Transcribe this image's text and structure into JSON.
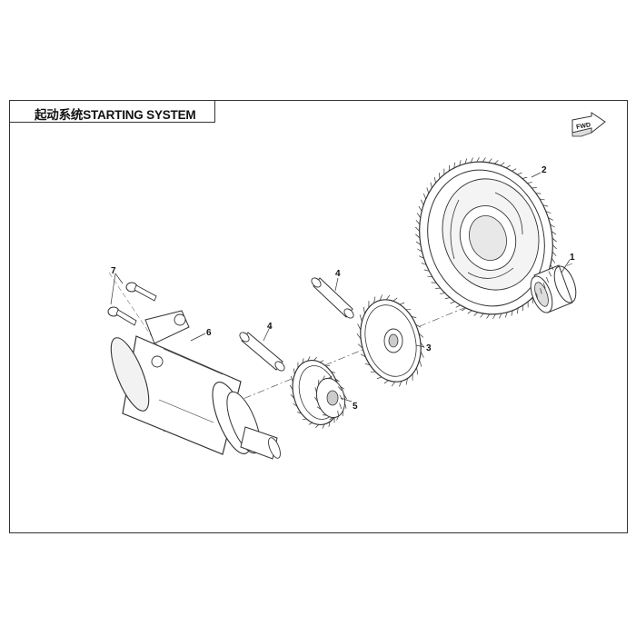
{
  "title": "起动系统STARTING SYSTEM",
  "fwd_label": "FWD",
  "callouts": [
    "1",
    "2",
    "3",
    "4",
    "4",
    "5",
    "6",
    "7"
  ],
  "parts": [
    {
      "number": "1",
      "name": "needle-bearing"
    },
    {
      "number": "2",
      "name": "large-starter-gear"
    },
    {
      "number": "3",
      "name": "idler-gear"
    },
    {
      "number": "4",
      "name": "gear-shaft"
    },
    {
      "number": "5",
      "name": "double-gear"
    },
    {
      "number": "6",
      "name": "starter-motor"
    },
    {
      "number": "7",
      "name": "bolt"
    }
  ],
  "colors": {
    "line": "#333333",
    "background": "#ffffff",
    "fill_light": "#f2f2f2"
  }
}
